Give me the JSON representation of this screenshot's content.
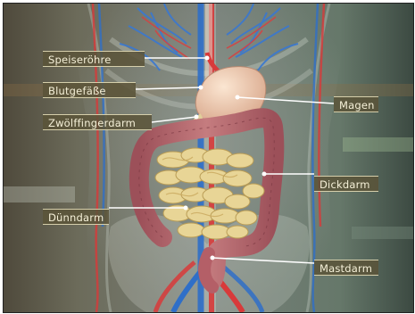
{
  "labels": {
    "speiseroehre": "Speiseröhre",
    "blutgefaesse": "Blutgefäße",
    "zwoelffingerdarm": "Zwölffingerdarm",
    "magen": "Magen",
    "dickdarm": "Dickdarm",
    "duenndarm": "Dünndarm",
    "mastdarm": "Mastdarm"
  },
  "colors": {
    "background": "#5d6658",
    "label_fill": "#5a5438",
    "label_text": "#f5f0d8",
    "leader_line": "#ffffff",
    "stomach": "#f2d3b8",
    "small_intestine": "#e8d596",
    "large_intestine": "#b86a6e",
    "artery": "#d83a3a",
    "vein": "#2f6fc8"
  }
}
